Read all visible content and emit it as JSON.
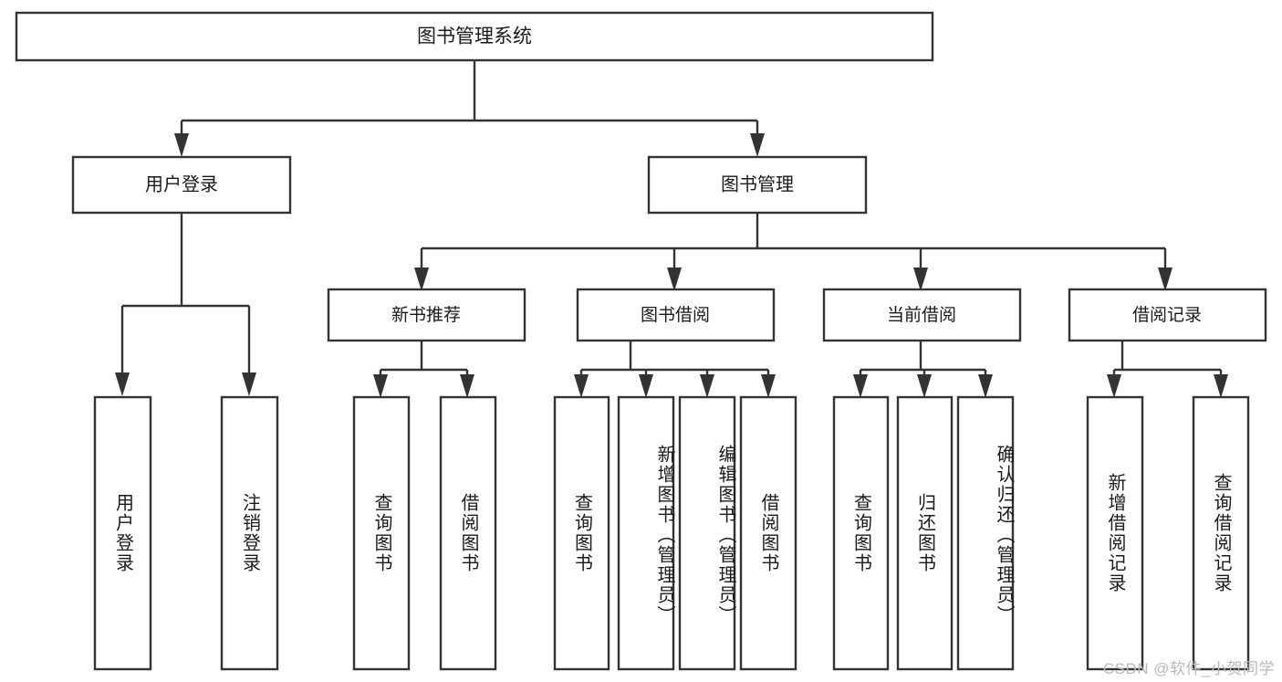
{
  "diagram": {
    "type": "tree-hierarchy-diagram",
    "title": "图书管理系统",
    "orientation": "top-down",
    "colors": {
      "box_fill": "#ffffff",
      "box_stroke": "#333333",
      "connector": "#333333",
      "text": "#1a1a1a",
      "watermark": "#b9b9b9",
      "background": "#ffffff"
    },
    "root": {
      "label": "图书管理系统",
      "children": [
        {
          "label": "用户登录",
          "children": [
            {
              "label": "用户登录"
            },
            {
              "label": "注销登录"
            }
          ]
        },
        {
          "label": "图书管理",
          "children": [
            {
              "label": "新书推荐",
              "children": [
                {
                  "label": "查询图书"
                },
                {
                  "label": "借阅图书"
                }
              ]
            },
            {
              "label": "图书借阅",
              "children": [
                {
                  "label": "查询图书"
                },
                {
                  "label": "新增图书（管理员）"
                },
                {
                  "label": "编辑图书（管理员）"
                },
                {
                  "label": "借阅图书"
                }
              ]
            },
            {
              "label": "当前借阅",
              "children": [
                {
                  "label": "查询图书"
                },
                {
                  "label": "归还图书"
                },
                {
                  "label": "确认归还（管理员）"
                }
              ]
            },
            {
              "label": "借阅记录",
              "children": [
                {
                  "label": "新增借阅记录"
                },
                {
                  "label": "查询借阅记录"
                }
              ]
            }
          ]
        }
      ]
    }
  },
  "watermark": {
    "text": "CSDN @软件_小贺同学"
  }
}
